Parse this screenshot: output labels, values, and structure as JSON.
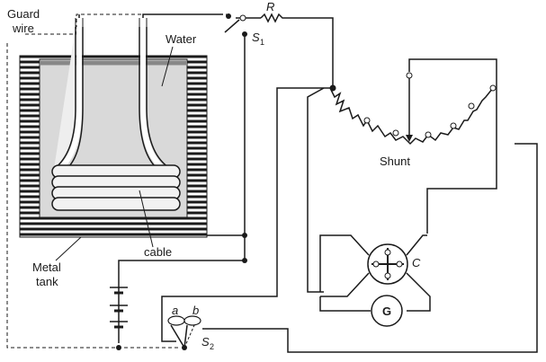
{
  "labels": {
    "guard_wire_line1": "Guard",
    "guard_wire_line2": "wire",
    "water": "Water",
    "cable": "cable",
    "metal_tank_line1": "Metal",
    "metal_tank_line2": "tank",
    "resistor": "R",
    "switch_s1": "S",
    "switch_s1_sub": "1",
    "shunt": "Shunt",
    "ballistic_c": "C",
    "galvanometer": "G",
    "contact_a": "a",
    "contact_b": "b",
    "switch_s2": "S",
    "switch_s2_sub": "2"
  }
}
